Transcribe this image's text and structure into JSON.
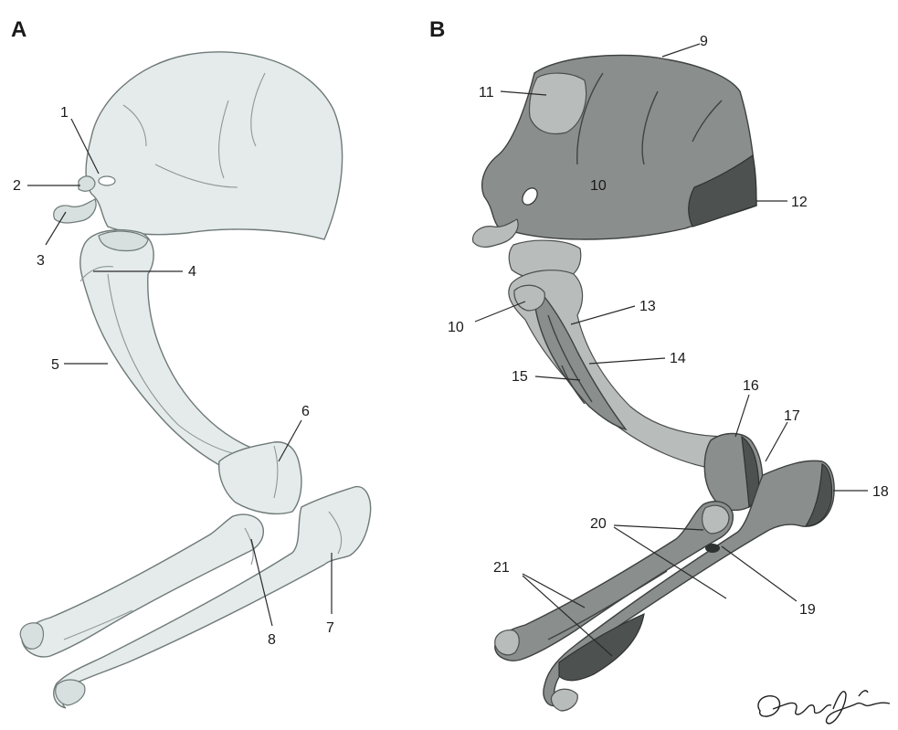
{
  "panels": {
    "a": {
      "letter": "A",
      "labels": [
        "1",
        "2",
        "3",
        "4",
        "5",
        "6",
        "7",
        "8"
      ]
    },
    "b": {
      "letter": "B",
      "labels": [
        "9",
        "10",
        "11",
        "12",
        "10",
        "13",
        "14",
        "15",
        "16",
        "17",
        "18",
        "19",
        "20",
        "21"
      ]
    }
  },
  "signature": {
    "text": "Maria Jack",
    "kind": "handwritten-signature"
  },
  "colors": {
    "panel_a_bone": "#e4ebea",
    "panel_b_bone": "#8a8e8c",
    "panel_b_dark_region": "#4d5150",
    "ink": "#1a1a1a"
  }
}
